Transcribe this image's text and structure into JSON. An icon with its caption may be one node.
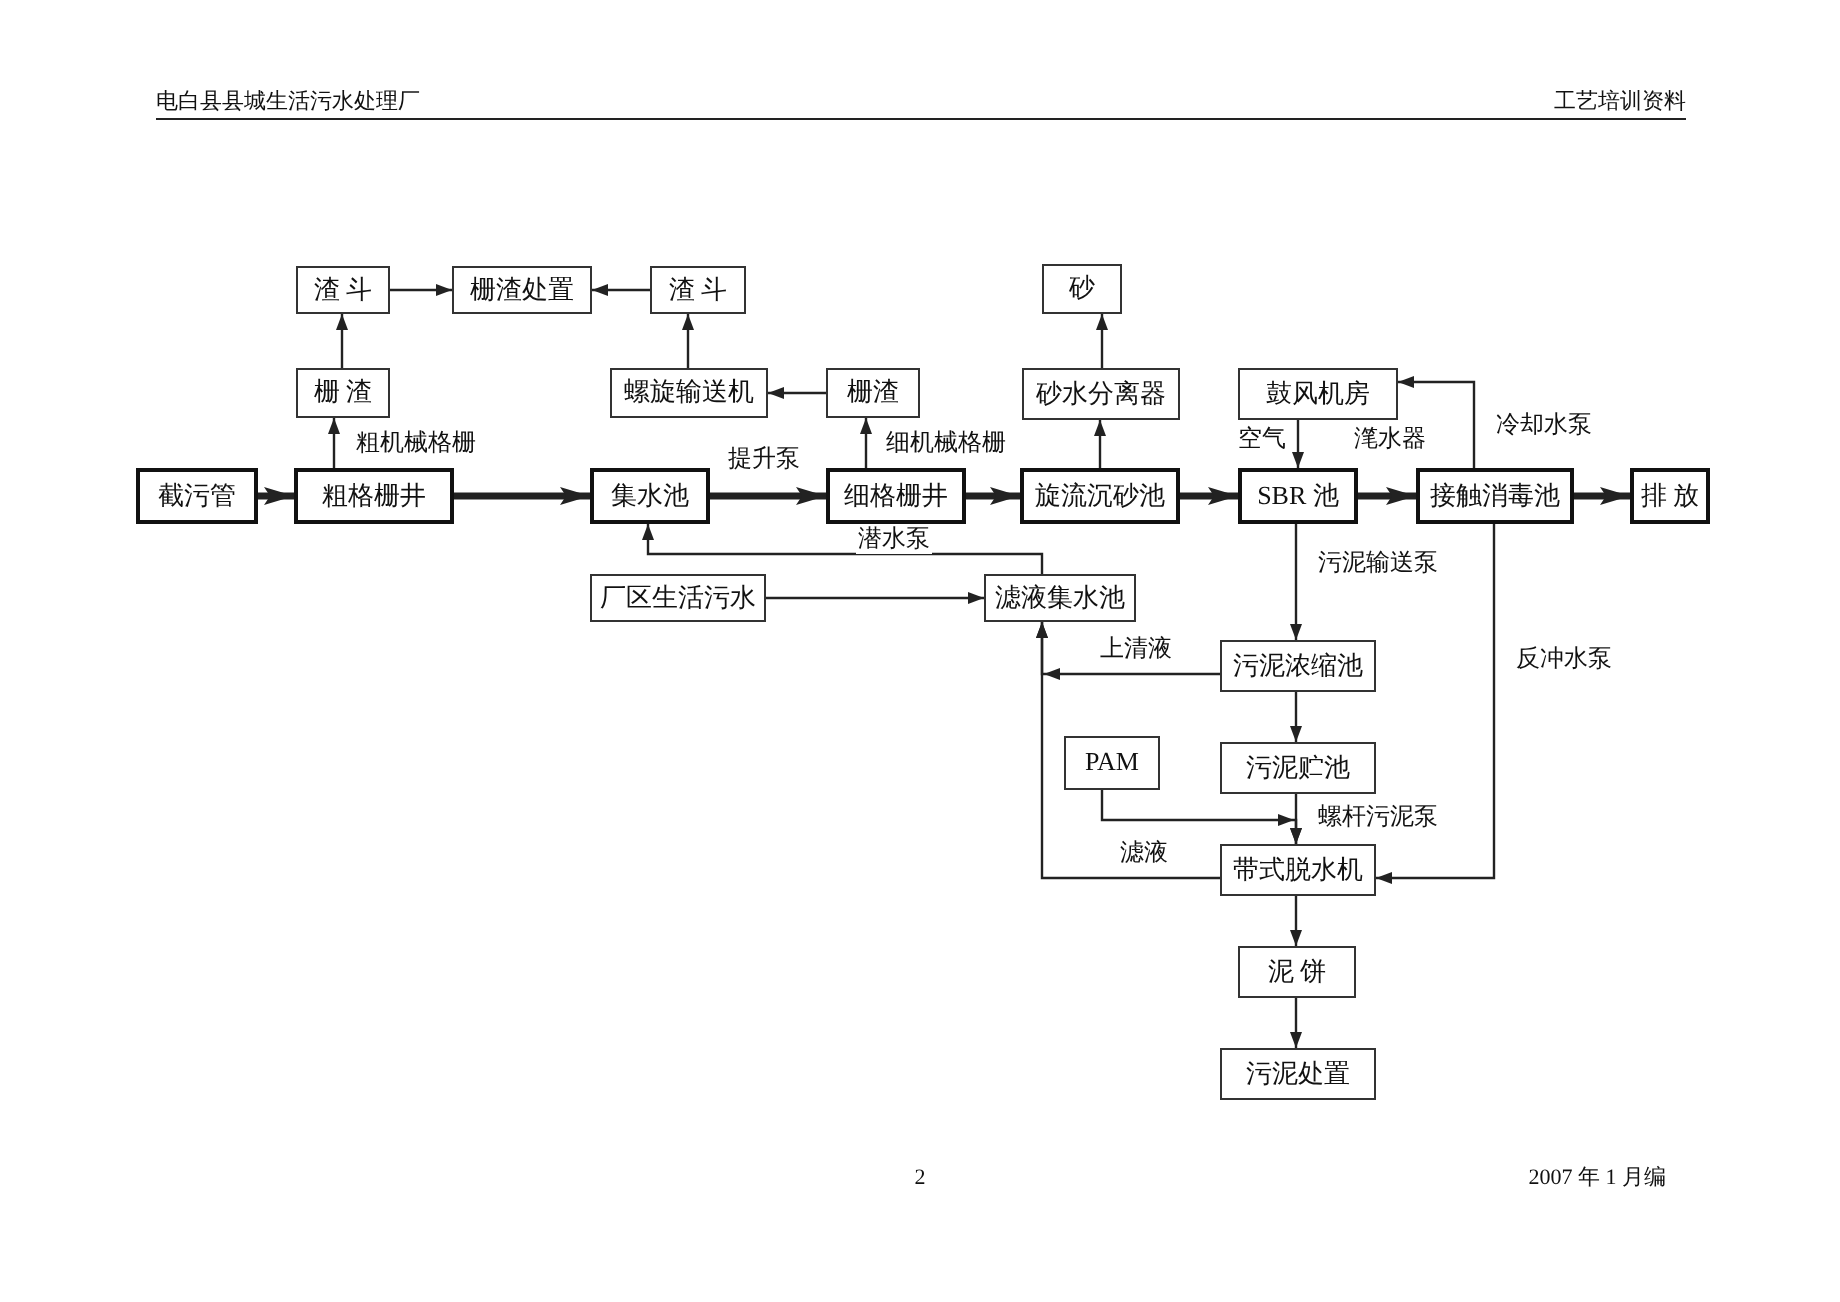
{
  "diagram": {
    "nodes": [
      {
        "text": [
          "截污管"
        ]
      },
      {
        "text": [
          "粗格栅井"
        ]
      },
      {
        "text": [
          "集水池"
        ]
      },
      {
        "text": [
          "细格栅井"
        ]
      },
      {
        "text": [
          "旋流沉砂池"
        ]
      },
      {
        "text": [
          "SBR 池"
        ]
      },
      {
        "text": [
          "接触消毒池"
        ]
      },
      {
        "text": [
          "排 放"
        ]
      },
      {
        "text": [
          "栅 渣"
        ]
      },
      {
        "text": [
          "渣 斗"
        ]
      },
      {
        "text": [
          "栅渣处置"
        ]
      },
      {
        "text": [
          "渣 斗"
        ]
      },
      {
        "text": [
          "螺旋输送机"
        ]
      },
      {
        "text": [
          "栅渣"
        ]
      },
      {
        "text": [
          "砂"
        ]
      },
      {
        "text": [
          "砂水分离器"
        ]
      },
      {
        "text": [
          "鼓风机房"
        ]
      },
      {
        "text": [
          "厂区生活污水"
        ]
      },
      {
        "text": [
          "滤液集水池"
        ]
      },
      {
        "text": [
          "污泥浓缩池"
        ]
      },
      {
        "text": [
          "PAM"
        ]
      },
      {
        "text": [
          "污泥贮池"
        ]
      },
      {
        "text": [
          "带式脱水机"
        ]
      },
      {
        "text": [
          "泥 饼"
        ]
      },
      {
        "text": [
          "污泥处置"
        ]
      }
    ],
    "edges": [
      {
        "from": 0,
        "to": 1,
        "arrow": "to",
        "style": "thick"
      },
      {
        "from": 1,
        "to": 2,
        "arrow": "to",
        "style": "thick"
      },
      {
        "from": 2,
        "to": 3,
        "arrow": "to",
        "style": "thick",
        "label": "提升泵"
      },
      {
        "from": 3,
        "to": 4,
        "arrow": "to",
        "style": "thick"
      },
      {
        "from": 4,
        "to": 5,
        "arrow": "to",
        "style": "thick"
      },
      {
        "from": 5,
        "to": 6,
        "arrow": "to",
        "style": "thick",
        "label": "滗水器"
      },
      {
        "from": 6,
        "to": 7,
        "arrow": "to",
        "style": "thick"
      },
      {
        "from": 1,
        "to": 8,
        "arrow": "to",
        "label": "粗机械格栅"
      },
      {
        "from": 8,
        "to": 9,
        "arrow": "to"
      },
      {
        "from": 9,
        "to": 10,
        "arrow": "to"
      },
      {
        "from": 11,
        "to": 10,
        "arrow": "to"
      },
      {
        "from": 12,
        "to": 11,
        "arrow": "to"
      },
      {
        "from": 13,
        "to": 12,
        "arrow": "to"
      },
      {
        "from": 3,
        "to": 13,
        "arrow": "to",
        "label": "细机械格栅"
      },
      {
        "from": 4,
        "to": 15,
        "arrow": "to"
      },
      {
        "from": 15,
        "to": 14,
        "arrow": "to"
      },
      {
        "from": 16,
        "to": 5,
        "arrow": "to",
        "label": "空气"
      },
      {
        "from": 6,
        "to": 16,
        "arrow": "to",
        "label": "冷却水泵"
      },
      {
        "from": 18,
        "to": 2,
        "arrow": "to",
        "label": "潜水泵"
      },
      {
        "from": 17,
        "to": 18,
        "arrow": "to"
      },
      {
        "from": 5,
        "to": 19,
        "arrow": "to",
        "label": "污泥输送泵"
      },
      {
        "from": 19,
        "to": 18,
        "arrow": "to",
        "label": "上清液"
      },
      {
        "from": 19,
        "to": 21,
        "arrow": "to"
      },
      {
        "from": 21,
        "to": 22,
        "arrow": "to",
        "label": "螺杆污泥泵"
      },
      {
        "from": 20,
        "to": 22,
        "arrow": "to"
      },
      {
        "from": 22,
        "to": 18,
        "arrow": "to",
        "label": "滤液"
      },
      {
        "from": 6,
        "to": 22,
        "arrow": "to",
        "label": "反冲水泵"
      },
      {
        "from": 22,
        "to": 23,
        "arrow": "to"
      },
      {
        "from": 23,
        "to": 24,
        "arrow": "to"
      }
    ],
    "labels": [
      "电白县县城生活污水处理厂",
      "工艺培训资料",
      "2",
      "2007 年 1 月编"
    ]
  }
}
